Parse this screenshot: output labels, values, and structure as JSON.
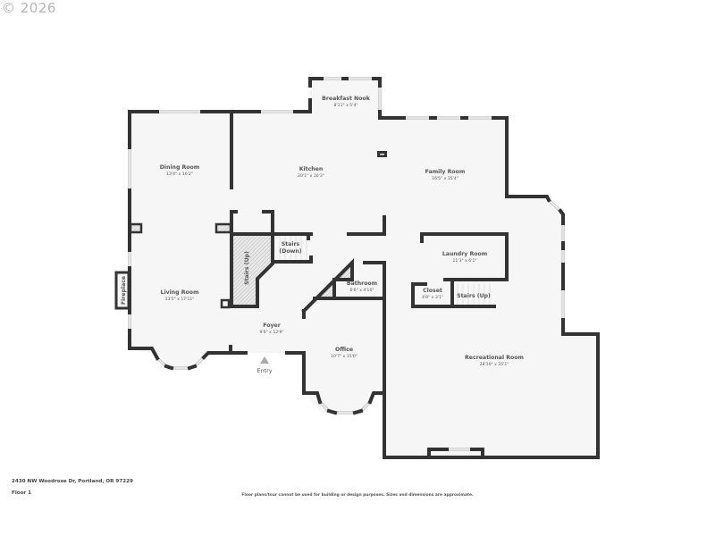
{
  "watermark": {
    "copyright": "© 2026"
  },
  "floor_plan": {
    "rooms": [
      {
        "id": "breakfast-nook",
        "name": "Breakfast Nook",
        "dims": "8'11\" x 5'4\""
      },
      {
        "id": "dining-room",
        "name": "Dining Room",
        "dims": "13'4\" x 16'2\""
      },
      {
        "id": "kitchen",
        "name": "Kitchen",
        "dims": "20'1\" x 16'3\""
      },
      {
        "id": "family-room",
        "name": "Family Room",
        "dims": "16'5\" x 15'4\""
      },
      {
        "id": "stairs-down",
        "name": "Stairs",
        "name2": "(Down)"
      },
      {
        "id": "laundry-room",
        "name": "Laundry Room",
        "dims": "11'3\" x 6'1\""
      },
      {
        "id": "stairs-up-left",
        "name": "Stairs (Up)"
      },
      {
        "id": "fireplace",
        "name": "Fireplace"
      },
      {
        "id": "living-room",
        "name": "Living Room",
        "dims": "13'5\" x 17'11\""
      },
      {
        "id": "bathroom",
        "name": "Bathroom",
        "dims": "6'6\" x 4'10\""
      },
      {
        "id": "closet",
        "name": "Closet",
        "dims": "4'8\" x 3'1\""
      },
      {
        "id": "stairs-up-right",
        "name": "Stairs (Up)"
      },
      {
        "id": "foyer",
        "name": "Foyer",
        "dims": "9'6\" x 12'9\""
      },
      {
        "id": "office",
        "name": "Office",
        "dims": "10'7\" x 15'0\""
      },
      {
        "id": "recreational-room",
        "name": "Recreational Room",
        "dims": "28'10\" x 35'1\""
      }
    ],
    "entry_label": "Entry",
    "colors": {
      "wall": "#333333",
      "floor": "#f6f6f6",
      "window": "#c9c9c9",
      "text": "#555555"
    }
  },
  "footer": {
    "address": "2430 NW Woodrose Dr, Portland, OR 97229",
    "floor": "Floor 1",
    "disclaimer": "Floor plans/tour cannot be used for building or design purposes. Sizes and dimensions are approximate."
  }
}
